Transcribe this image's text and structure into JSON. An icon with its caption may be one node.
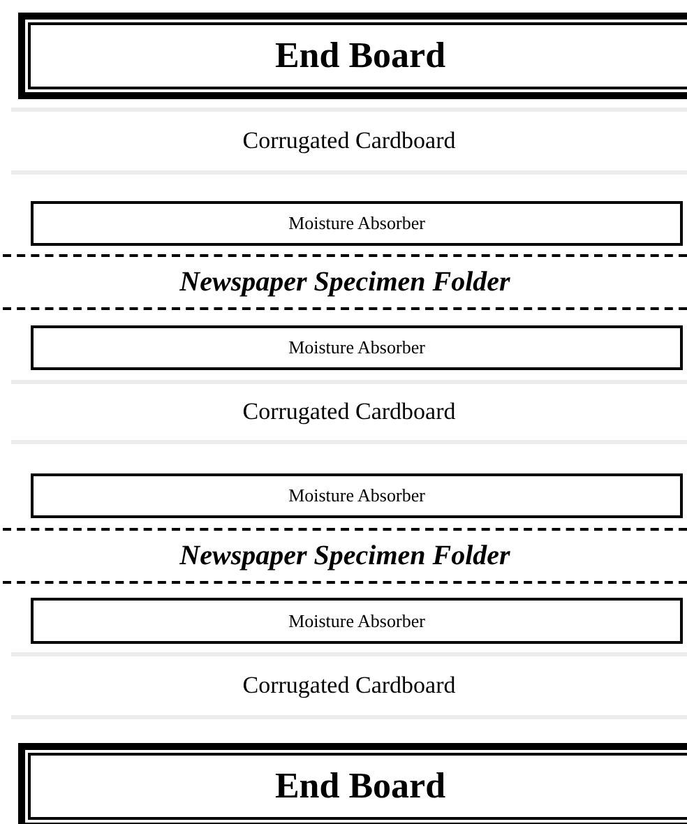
{
  "diagram": {
    "nodes": [
      {
        "text": [
          "End Board"
        ]
      },
      {
        "text": [
          "Corrugated Cardboard"
        ]
      },
      {
        "text": [
          "Moisture Absorber"
        ]
      },
      {
        "text": [
          "Newspaper Specimen Folder"
        ]
      },
      {
        "text": [
          "Moisture Absorber"
        ]
      },
      {
        "text": [
          "Corrugated Cardboard"
        ]
      },
      {
        "text": [
          "Moisture Absorber"
        ]
      },
      {
        "text": [
          "Newspaper Specimen Folder"
        ]
      },
      {
        "text": [
          "Moisture Absorber"
        ]
      },
      {
        "text": [
          "Corrugated Cardboard"
        ]
      },
      {
        "text": [
          "End Board"
        ]
      }
    ]
  }
}
